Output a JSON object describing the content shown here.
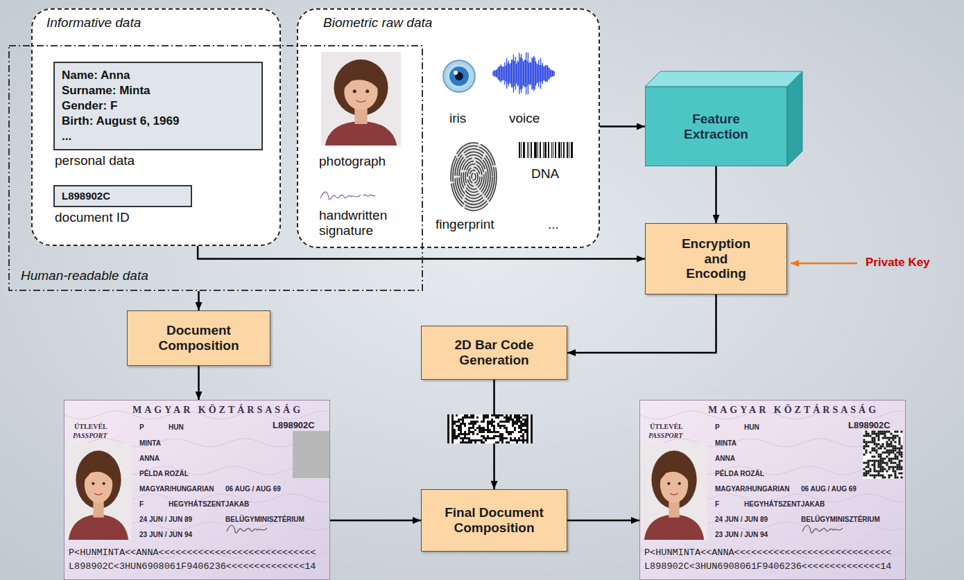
{
  "diagram": {
    "nodes": [
      {
        "text": [
          "Human-readable data"
        ]
      },
      {
        "text": [
          "Informative data"
        ]
      },
      {
        "text": [
          "Name: Anna",
          "Surname: Minta",
          "Gender: F",
          "Birth: August 6, 1969",
          "...",
          "personal data"
        ],
        "in": 1
      },
      {
        "text": [
          "L898902C",
          "document ID"
        ],
        "in": 1
      },
      {
        "text": [
          "Biometric raw data"
        ]
      },
      {
        "text": [
          "Feature Extraction"
        ]
      },
      {
        "text": [
          "Encryption and Encoding"
        ]
      },
      {
        "text": [
          "Document Composition"
        ]
      },
      {
        "text": [
          "2D Bar Code Generation"
        ]
      },
      {
        "text": [
          "Final Document Composition"
        ]
      },
      {
        "text": [
          "MAGYAR KÖZTÁRSASÁG",
          "ÚTLEVÉL",
          "PASSPORT",
          "P",
          "HUN",
          "L898902C",
          "MINTA",
          "ANNA",
          "PÉLDA ROZÁL",
          "MAGYAR/HUNGARIAN",
          "06 AUG / AUG 69",
          "F",
          "HEGYHÁTSZENTJAKAB",
          "24 JUN / JUN 89",
          "BELÜGYMINISZTÉRIUM",
          "23 JUN / JUN 94",
          "P<HUNMINTA<<ANNA<<<<<<<<<<<<<<<<<<<<<<<<<<<<",
          "L898902C<3HUN6908061F9406236<<<<<<<<<<<<<<14"
        ]
      },
      {
        "text": [
          "MAGYAR KÖZTÁRSASÁG",
          "ÚTLEVÉL",
          "PASSPORT",
          "P",
          "HUN",
          "L898902C",
          "MINTA",
          "ANNA",
          "PÉLDA ROZÁL",
          "MAGYAR/HUNGARIAN",
          "06 AUG / AUG 69",
          "F",
          "HEGYHÁTSZENTJAKAB",
          "24 JUN / JUN 89",
          "BELÜGYMINISZTÉRIUM",
          "23 JUN / JUN 94",
          "P<HUNMINTA<<ANNA<<<<<<<<<<<<<<<<<<<<<<<<<<<<",
          "L898902C<3HUN6908061F9406236<<<<<<<<<<<<<<14"
        ]
      }
    ],
    "edges": [
      {
        "from": 0,
        "to": 7,
        "arrow": "to"
      },
      {
        "from": 1,
        "to": 6,
        "arrow": "to"
      },
      {
        "from": 4,
        "to": 5,
        "arrow": "to"
      },
      {
        "from": 5,
        "to": 6,
        "arrow": "to"
      },
      {
        "from": 6,
        "to": 8,
        "arrow": "to"
      },
      {
        "from": 7,
        "to": 10,
        "arrow": "to"
      },
      {
        "from": 10,
        "to": 9,
        "arrow": "to"
      },
      {
        "from": 8,
        "to": 9,
        "arrow": "to"
      },
      {
        "from": 9,
        "to": 11,
        "arrow": "to"
      }
    ],
    "labels": [
      "photograph",
      "handwritten signature",
      "iris",
      "voice",
      "DNA",
      "fingerprint",
      "...",
      "Private Key"
    ]
  }
}
